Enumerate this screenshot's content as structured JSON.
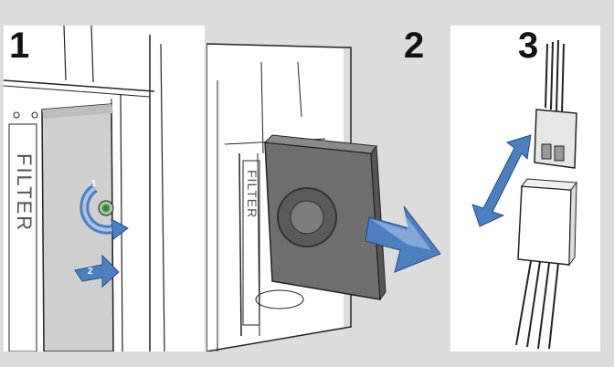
{
  "steps": [
    {
      "number": "1",
      "label_on_panel": "FILTER",
      "arrow_1": "1",
      "arrow_2": "2"
    },
    {
      "number": "2",
      "label_on_panel": "FILTER"
    },
    {
      "number": "3"
    }
  ],
  "colors": {
    "background": "#dcdcdc",
    "arrow_blue": "#4d7fc0",
    "arrow_blue_light": "#a9c3e6",
    "filter_dark": "#6f6f6f",
    "knob_green": "#3c8a3c"
  }
}
